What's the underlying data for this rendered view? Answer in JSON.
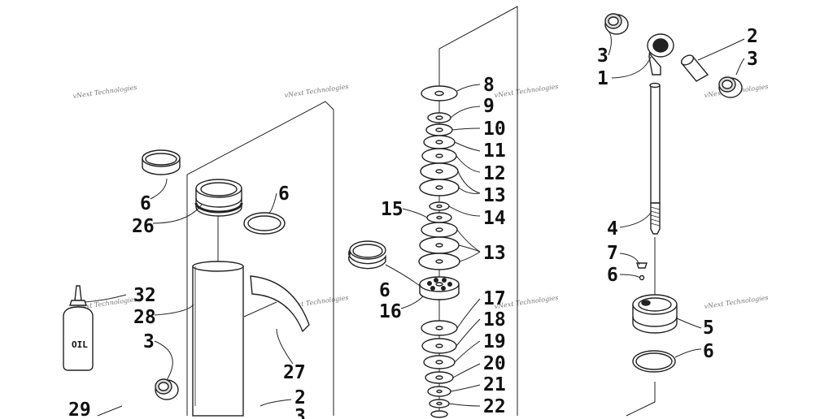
{
  "callouts": {
    "c1": "8",
    "c2": "9",
    "c3": "10",
    "c4": "11",
    "c5": "12",
    "c6": "13",
    "c7": "14",
    "c8": "15",
    "c9": "13",
    "c10": "6",
    "c11": "16",
    "c12": "17",
    "c13": "18",
    "c14": "19",
    "c15": "20",
    "c16": "21",
    "c17": "22",
    "c18": "3",
    "c19": "1",
    "c20": "2",
    "c21": "3",
    "c22": "4",
    "c23": "7",
    "c24": "6",
    "c25": "5",
    "c26": "6",
    "c27": "6",
    "c28": "26",
    "c29": "6",
    "c30": "32",
    "c31": "28",
    "c32": "3",
    "c33": "27",
    "c34": "29",
    "c35": "2",
    "c36": "3"
  },
  "watermarks": {
    "w1": "vNext Technologies",
    "w2": "vNext Technologies",
    "w3": "vNext Technologies",
    "w4": "vNext Technologies",
    "w5": "vNext Technologies",
    "w6": "vNext Technologies",
    "w7": "vNext Technologies",
    "w8": "vNext Technologies"
  },
  "bottle_label": "OIL"
}
